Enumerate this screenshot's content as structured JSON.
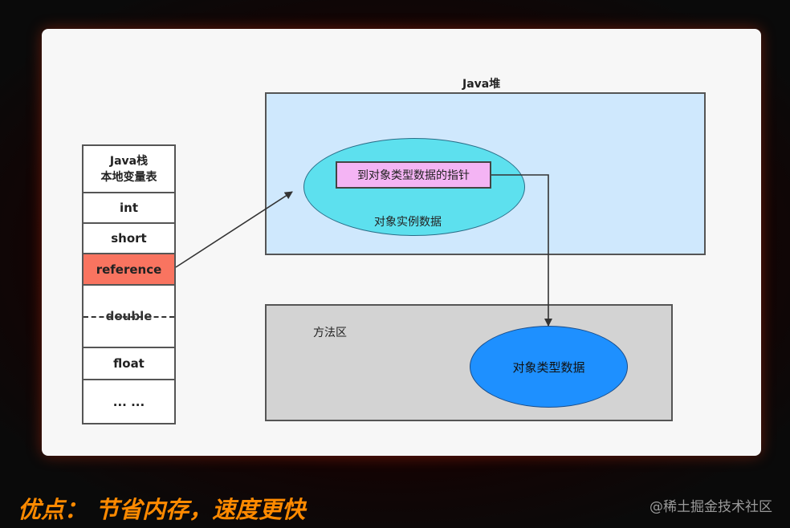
{
  "heap": {
    "title": "Java堆",
    "instance_label": "对象实例数据",
    "pointer_label": "到对象类型数据的指针"
  },
  "method_area": {
    "title": "方法区",
    "type_data_label": "对象类型数据"
  },
  "stack": {
    "header_line1": "Java栈",
    "header_line2": "本地变量表",
    "cells": [
      "int",
      "short",
      "reference",
      "double",
      "float",
      "... ..."
    ]
  },
  "caption": "优点： 节省内存，速度更快",
  "watermark": "@稀土掘金技术社区",
  "colors": {
    "heap_fill": "#cfe8fd",
    "instance_fill": "#5de0ee",
    "pointer_fill": "#f4b4f4",
    "method_area_fill": "#d3d3d3",
    "type_data_fill": "#1e90ff",
    "reference_fill": "#f97460",
    "caption_color": "#ff8a00"
  }
}
